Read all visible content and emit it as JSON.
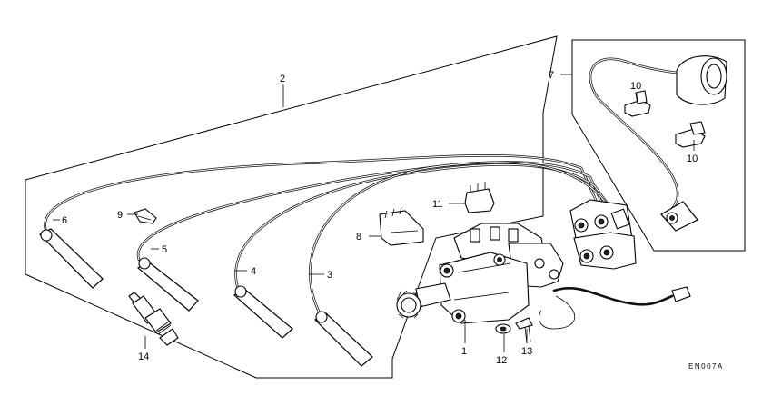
{
  "diagram": {
    "figure_code": "EN007A",
    "callouts": [
      {
        "id": "1",
        "label": "1"
      },
      {
        "id": "2",
        "label": "2"
      },
      {
        "id": "3",
        "label": "3"
      },
      {
        "id": "4",
        "label": "4"
      },
      {
        "id": "5",
        "label": "5"
      },
      {
        "id": "6",
        "label": "6"
      },
      {
        "id": "7",
        "label": "7"
      },
      {
        "id": "8",
        "label": "8"
      },
      {
        "id": "9",
        "label": "9"
      },
      {
        "id": "10a",
        "label": "10"
      },
      {
        "id": "10b",
        "label": "10"
      },
      {
        "id": "11",
        "label": "11"
      },
      {
        "id": "12",
        "label": "12"
      },
      {
        "id": "13",
        "label": "13"
      },
      {
        "id": "14",
        "label": "14"
      }
    ]
  }
}
